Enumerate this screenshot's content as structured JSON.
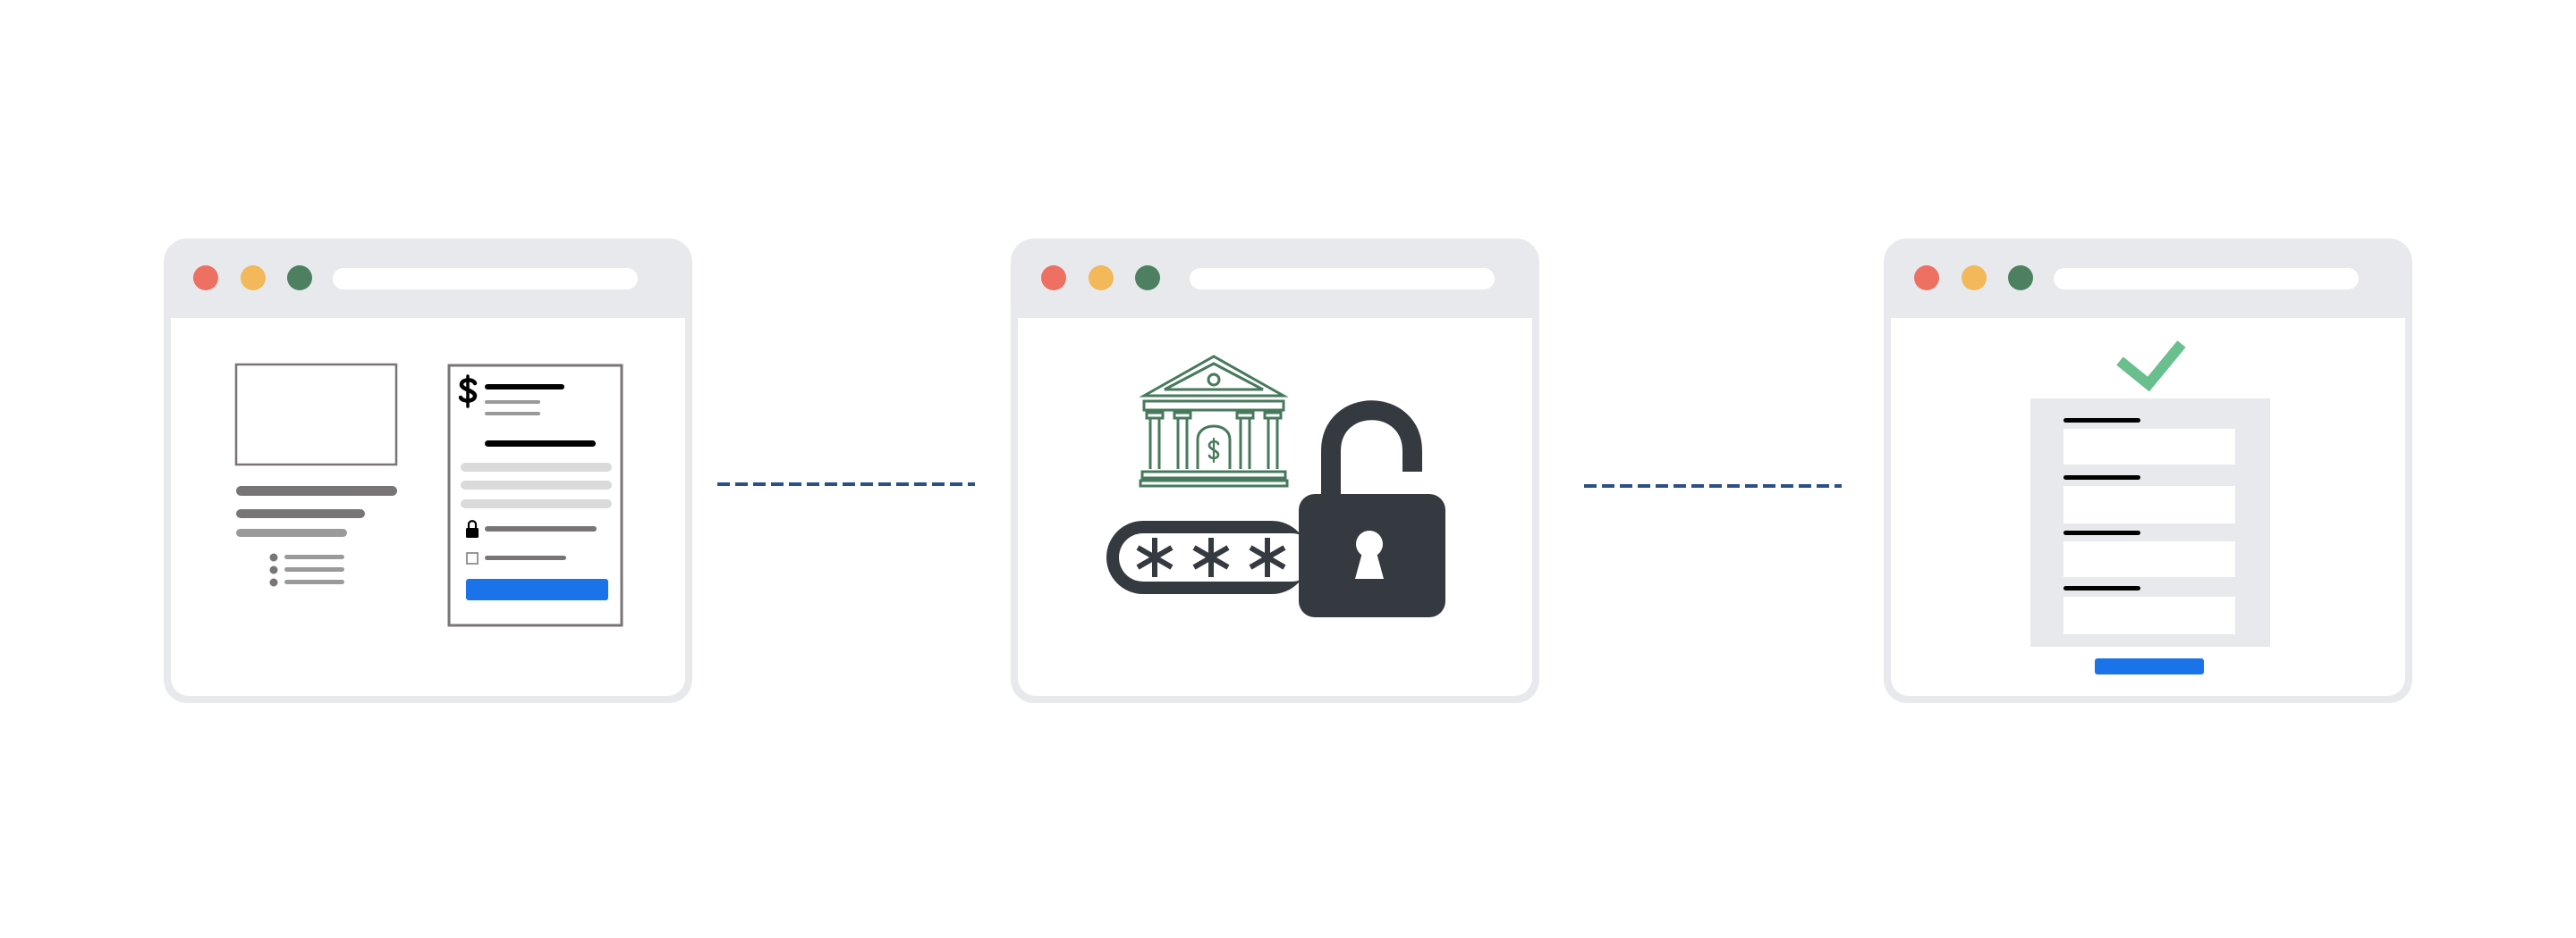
{
  "steps": [
    {
      "illustration": "checkout-page-illustration"
    },
    {
      "illustration": "bank-login-illustration"
    },
    {
      "illustration": "form-completed-illustration"
    }
  ],
  "icons": {
    "step1_currency": "dollar-sign-icon",
    "step1_lock": "lock-icon",
    "step1_checkbox": "checkbox-icon",
    "step2_bank": "bank-icon",
    "step2_bank_currency": "dollar-sign-icon",
    "step2_password": "password-icon",
    "step2_padlock": "unlocked-padlock-icon",
    "step3_check": "checkmark-icon"
  },
  "colors": {
    "page_bg": "#ffffff",
    "window_chrome": "#e8e9ec",
    "window_body": "#ffffff",
    "address_bar": "#ffffff",
    "dot_red": "#ed7063",
    "dot_yellow": "#f2b859",
    "dot_green": "#4d8061",
    "accent_blue": "#1a73e8",
    "connector_blue": "#2c4f86",
    "placeholder_gray": "#797577",
    "light_gray": "#dadada",
    "dark_slate": "#353a40",
    "bank_green": "#477a5c",
    "check_green": "#69c08e",
    "form_panel": "#e8e9ec",
    "black": "#000000"
  }
}
